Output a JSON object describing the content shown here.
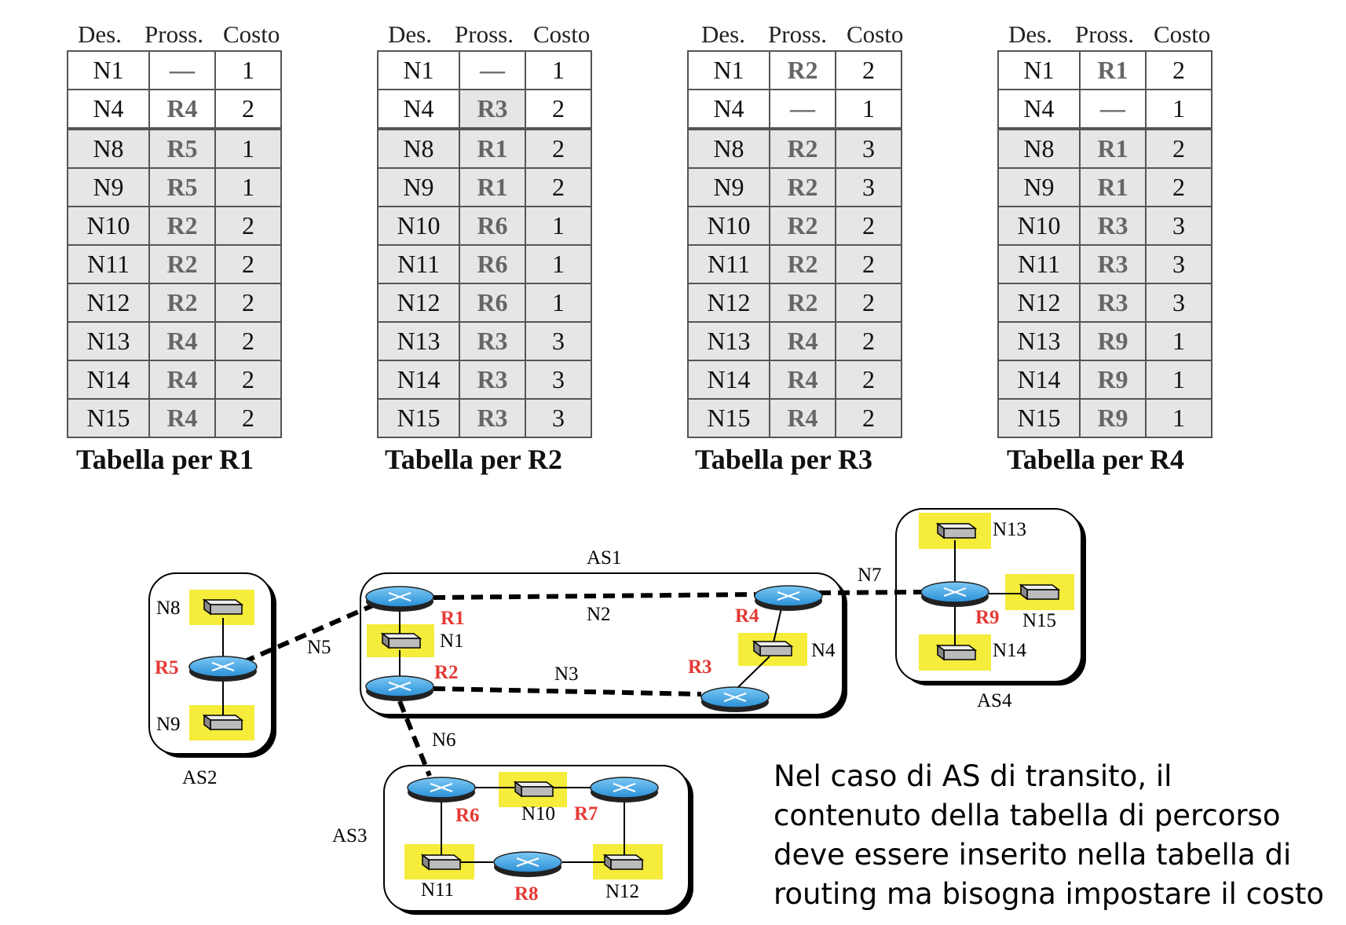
{
  "tables": [
    {
      "caption": "Tabella per R1",
      "headers": [
        "Des.",
        "Pross.",
        "Costo"
      ],
      "rows": [
        [
          "N1",
          "—",
          "1"
        ],
        [
          "N4",
          "R4",
          "2"
        ],
        [
          "N8",
          "R5",
          "1"
        ],
        [
          "N9",
          "R5",
          "1"
        ],
        [
          "N10",
          "R2",
          "2"
        ],
        [
          "N11",
          "R2",
          "2"
        ],
        [
          "N12",
          "R2",
          "2"
        ],
        [
          "N13",
          "R4",
          "2"
        ],
        [
          "N14",
          "R4",
          "2"
        ],
        [
          "N15",
          "R4",
          "2"
        ]
      ]
    },
    {
      "caption": "Tabella per R2",
      "headers": [
        "Des.",
        "Pross.",
        "Costo"
      ],
      "rows": [
        [
          "N1",
          "—",
          "1"
        ],
        [
          "N4",
          "R3",
          "2"
        ],
        [
          "N8",
          "R1",
          "2"
        ],
        [
          "N9",
          "R1",
          "2"
        ],
        [
          "N10",
          "R6",
          "1"
        ],
        [
          "N11",
          "R6",
          "1"
        ],
        [
          "N12",
          "R6",
          "1"
        ],
        [
          "N13",
          "R3",
          "3"
        ],
        [
          "N14",
          "R3",
          "3"
        ],
        [
          "N15",
          "R3",
          "3"
        ]
      ]
    },
    {
      "caption": "Tabella per R3",
      "headers": [
        "Des.",
        "Pross.",
        "Costo"
      ],
      "rows": [
        [
          "N1",
          "R2",
          "2"
        ],
        [
          "N4",
          "—",
          "1"
        ],
        [
          "N8",
          "R2",
          "3"
        ],
        [
          "N9",
          "R2",
          "3"
        ],
        [
          "N10",
          "R2",
          "2"
        ],
        [
          "N11",
          "R2",
          "2"
        ],
        [
          "N12",
          "R2",
          "2"
        ],
        [
          "N13",
          "R4",
          "2"
        ],
        [
          "N14",
          "R4",
          "2"
        ],
        [
          "N15",
          "R4",
          "2"
        ]
      ]
    },
    {
      "caption": "Tabella per R4",
      "headers": [
        "Des.",
        "Pross.",
        "Costo"
      ],
      "rows": [
        [
          "N1",
          "R1",
          "2"
        ],
        [
          "N4",
          "—",
          "1"
        ],
        [
          "N8",
          "R1",
          "2"
        ],
        [
          "N9",
          "R1",
          "2"
        ],
        [
          "N10",
          "R3",
          "3"
        ],
        [
          "N11",
          "R3",
          "3"
        ],
        [
          "N12",
          "R3",
          "3"
        ],
        [
          "N13",
          "R9",
          "1"
        ],
        [
          "N14",
          "R9",
          "1"
        ],
        [
          "N15",
          "R9",
          "1"
        ]
      ]
    }
  ],
  "diagram": {
    "as_labels": {
      "as1": "AS1",
      "as2": "AS2",
      "as3": "AS3",
      "as4": "AS4"
    },
    "routers": {
      "r1": "R1",
      "r2": "R2",
      "r3": "R3",
      "r4": "R4",
      "r5": "R5",
      "r6": "R6",
      "r7": "R7",
      "r8": "R8",
      "r9": "R9"
    },
    "networks": {
      "n1": "N1",
      "n2": "N2",
      "n3": "N3",
      "n4": "N4",
      "n5": "N5",
      "n6": "N6",
      "n7": "N7",
      "n8": "N8",
      "n9": "N9",
      "n10": "N10",
      "n11": "N11",
      "n12": "N12",
      "n13": "N13",
      "n14": "N14",
      "n15": "N15"
    }
  },
  "colors": {
    "router_label": "#e53935",
    "highlight": "#f5ec3b",
    "router_fill": "#3aa3e8"
  },
  "note": {
    "lines": [
      "Nel caso di AS di transito, il",
      "contenuto della tabella di percorso",
      "deve essere inserito nella tabella di",
      "routing ma bisogna impostare il costo"
    ]
  }
}
